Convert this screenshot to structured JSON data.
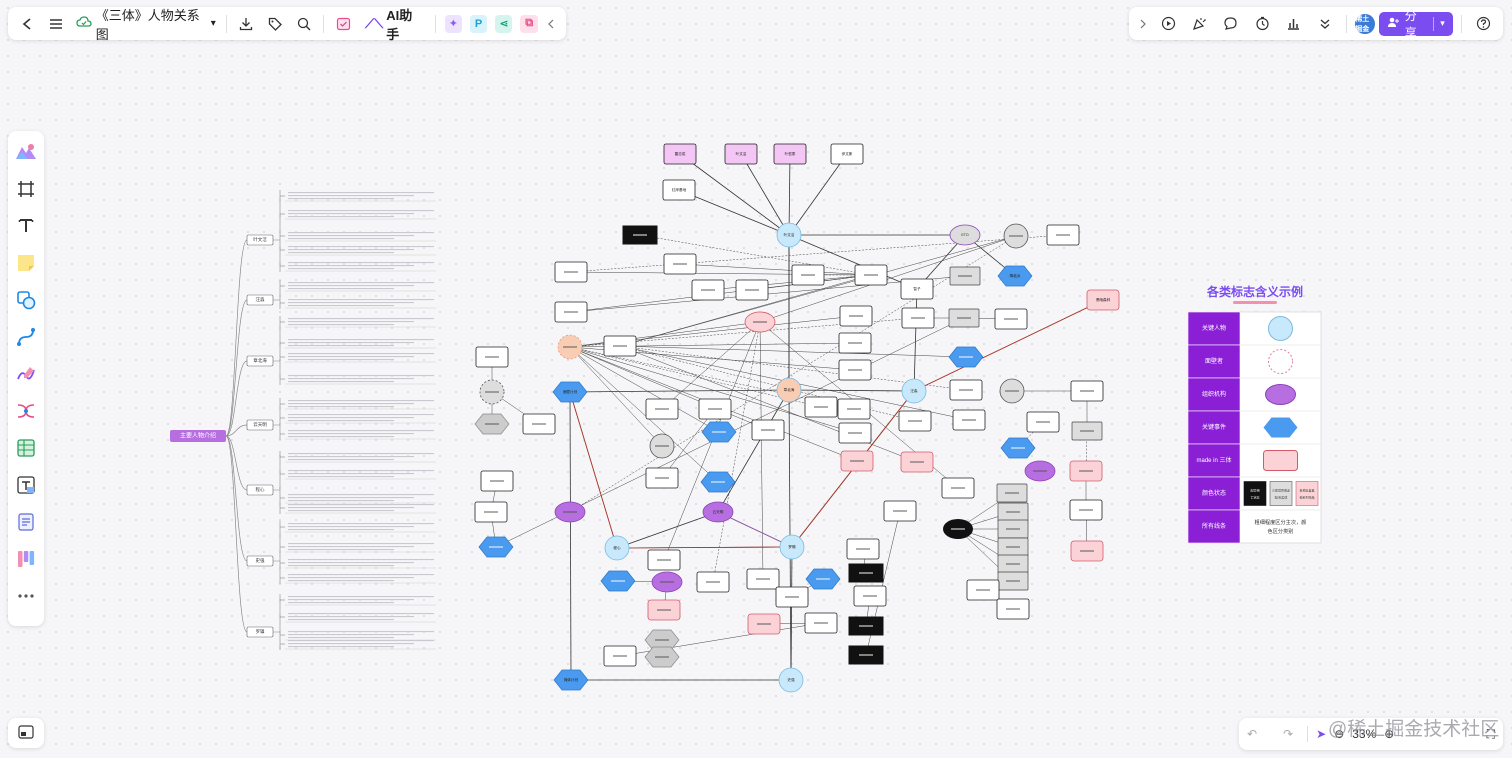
{
  "toolbar": {
    "back_icon": "chevron-left-icon",
    "menu_icon": "hamburger-icon",
    "cloud_icon": "cloud-saved-icon",
    "doc_title": "《三体》人物关系图",
    "download_icon": "download-icon",
    "tag_icon": "tag-icon",
    "search_icon": "search-icon",
    "ai_label": "AI助手",
    "collapse_icon": "chevron-left-icon"
  },
  "right_toolbar": {
    "avatar_text": "稀土掘金",
    "share_label": "分享",
    "help_icon": "question-icon"
  },
  "zoom": {
    "level": "33%"
  },
  "watermark": "@稀土掘金技术社区",
  "mindmap": {
    "root": "主要人物介绍",
    "branches": [
      {
        "name": "叶文洁",
        "notes": 5
      },
      {
        "name": "汪淼",
        "notes": 2
      },
      {
        "name": "章北海",
        "notes": 4
      },
      {
        "name": "云天明",
        "notes": 3
      },
      {
        "name": "程心",
        "notes": 4
      },
      {
        "name": "史强",
        "notes": 4
      },
      {
        "name": "罗辑",
        "notes": 4
      }
    ]
  },
  "graph": {
    "nodes": [
      {
        "label": "雷志成",
        "shape": "rect",
        "fill": "#f3c6f5"
      },
      {
        "label": "叶文洁",
        "shape": "rect",
        "fill": "#f3c6f5"
      },
      {
        "label": "叶哲泰",
        "shape": "rect",
        "fill": "#f3c6f5"
      },
      {
        "label": "伊文斯",
        "shape": "rect",
        "fill": "#ffffff"
      },
      {
        "label": "红岸基地",
        "shape": "rect",
        "fill": "#ffffff"
      },
      {
        "label": "叶文洁",
        "shape": "circle",
        "fill": "#c8e8fb"
      },
      {
        "label": "ETO",
        "shape": "ellipse",
        "fill": "#dddddd"
      },
      {
        "label": "降临派",
        "shape": "hexagon",
        "fill": "#4a9bf0"
      },
      {
        "label": "汪淼",
        "shape": "circle",
        "fill": "#c8e8fb"
      },
      {
        "label": "章北海",
        "shape": "circle",
        "fill": "#f9cdb4"
      },
      {
        "label": "罗辑",
        "shape": "circle",
        "fill": "#c8e8fb"
      },
      {
        "label": "程心",
        "shape": "circle",
        "fill": "#c8e8fb"
      },
      {
        "label": "云天明",
        "shape": "ellipse",
        "fill": "#b76ee0"
      },
      {
        "label": "史强",
        "shape": "circle",
        "fill": "#c8e8fb"
      },
      {
        "label": "面壁计划",
        "shape": "hexagon",
        "fill": "#4a9bf0"
      },
      {
        "label": "掩体计划",
        "shape": "hexagon",
        "fill": "#4a9bf0"
      },
      {
        "label": "智子",
        "shape": "rect",
        "fill": "#ffffff"
      },
      {
        "label": "黑暗森林",
        "shape": "rect",
        "fill": "#fbd3d6"
      }
    ]
  },
  "legend": {
    "title": "各类标志含义示例",
    "rows": [
      {
        "label": "关键人物",
        "symbol": "circle"
      },
      {
        "label": "面壁者",
        "symbol": "dashed-circle"
      },
      {
        "label": "组织机构",
        "symbol": "ellipse"
      },
      {
        "label": "关键事件",
        "symbol": "hexagon"
      },
      {
        "label": "made in 三体",
        "symbol": "pink-rect"
      },
      {
        "label": "颜色状态",
        "symbol": "color-states"
      },
      {
        "label": "所有线条",
        "symbol": "text",
        "text": "粗细程度区分主次，颜色区分类别"
      }
    ],
    "color_states": [
      "去世/死亡状态",
      "三体世界或虚拟/无实体",
      "名称出自其他系列作品"
    ]
  }
}
